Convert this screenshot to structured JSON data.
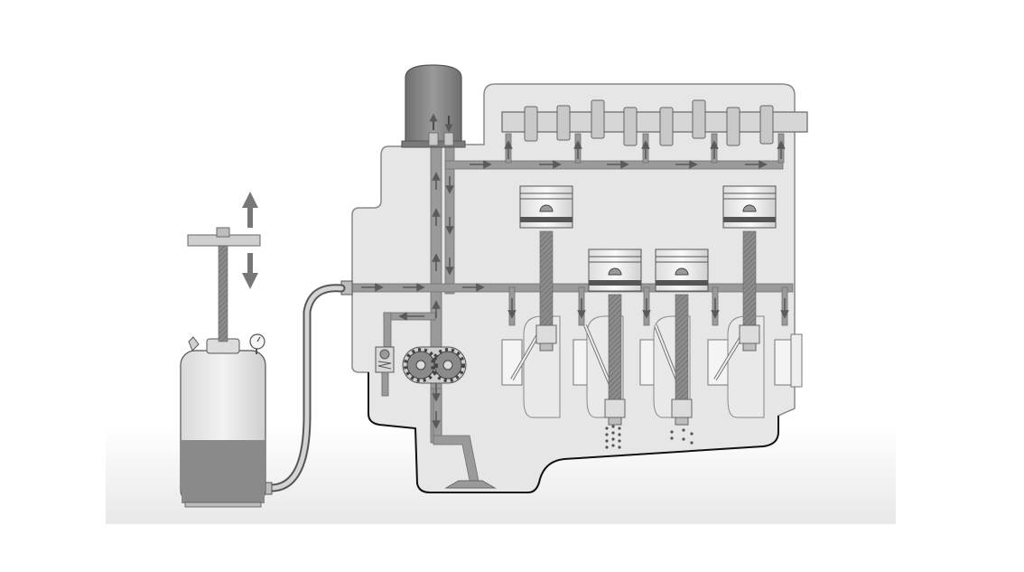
{
  "diagram": {
    "description_labels": [],
    "components": {
      "pump_handle": "pump-handle",
      "oil_tank": "oil-tank",
      "pressure_gauge": "pressure-gauge-icon",
      "supply_hose": "supply-hose",
      "oil_filter_canister": "oil-filter-canister",
      "engine_block": "engine-block",
      "camshaft": "camshaft",
      "oil_gear_pump": "oil-gear-pump",
      "relief_valve": "relief-valve",
      "oil_pickup": "oil-pickup",
      "pistons": 4
    },
    "colors": {
      "background": "#ffffff",
      "floor": "#eeeeee",
      "engine_fill": "#e6e6e6",
      "oil_fill": "#8a8a8a",
      "oil_gallery": "#9a9a9a",
      "outline": "#555555",
      "sump_line": "#111111",
      "arrow": "#5a5a5a"
    }
  }
}
